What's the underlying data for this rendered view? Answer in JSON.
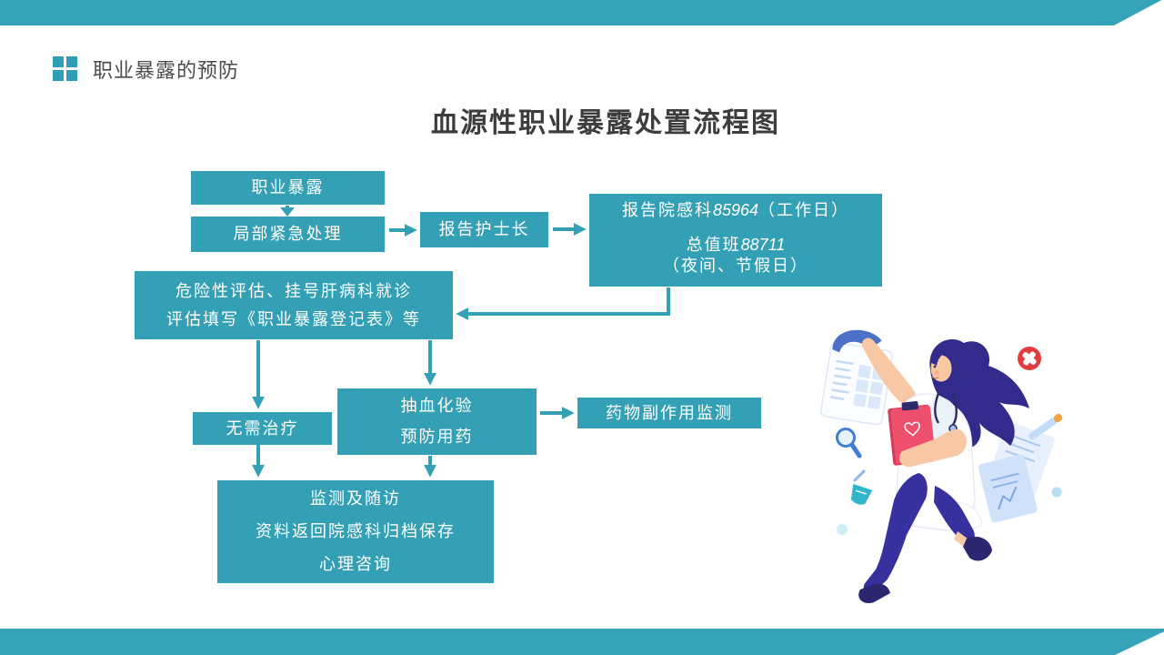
{
  "header": {
    "section_title": "职业暴露的预防"
  },
  "title": "血源性职业暴露处置流程图",
  "flowchart": {
    "exposure": "职业暴露",
    "local_treatment": "局部紧急处理",
    "head_nurse": "报告护士长",
    "report": {
      "line1_prefix": "报告院感科",
      "line1_number": "85964",
      "line1_suffix": "（工作日）",
      "line2_prefix": "总值班",
      "line2_number": "88711",
      "line3": "（夜间、节假日）"
    },
    "assessment": {
      "line1": "危险性评估、挂号肝病科就诊",
      "line2": "评估填写《职业暴露登记表》等"
    },
    "no_treatment": "无需治疗",
    "blood_test": {
      "line1": "抽血化验",
      "line2": "预防用药"
    },
    "side_effect_monitoring": "药物副作用监测",
    "follow_up": {
      "line1": "监测及随访",
      "line2": "资料返回院感科归档保存",
      "line3": "心理咨询"
    }
  },
  "colors": {
    "accent_teal_bar": "#35a4ba",
    "box_teal": "#34a0b5",
    "title_text": "#3d3d3d",
    "box_text": "#ffffff",
    "badge_red": "#e23c3e",
    "hair_indigo": "#322b8c"
  },
  "icons": [
    "header-grid-squares-icon",
    "red-cross-badge-icon",
    "magnifier-icon",
    "test-tube-icon",
    "flask-icon",
    "flying-paper-icon",
    "clipboard-icon",
    "nurse-figure"
  ]
}
